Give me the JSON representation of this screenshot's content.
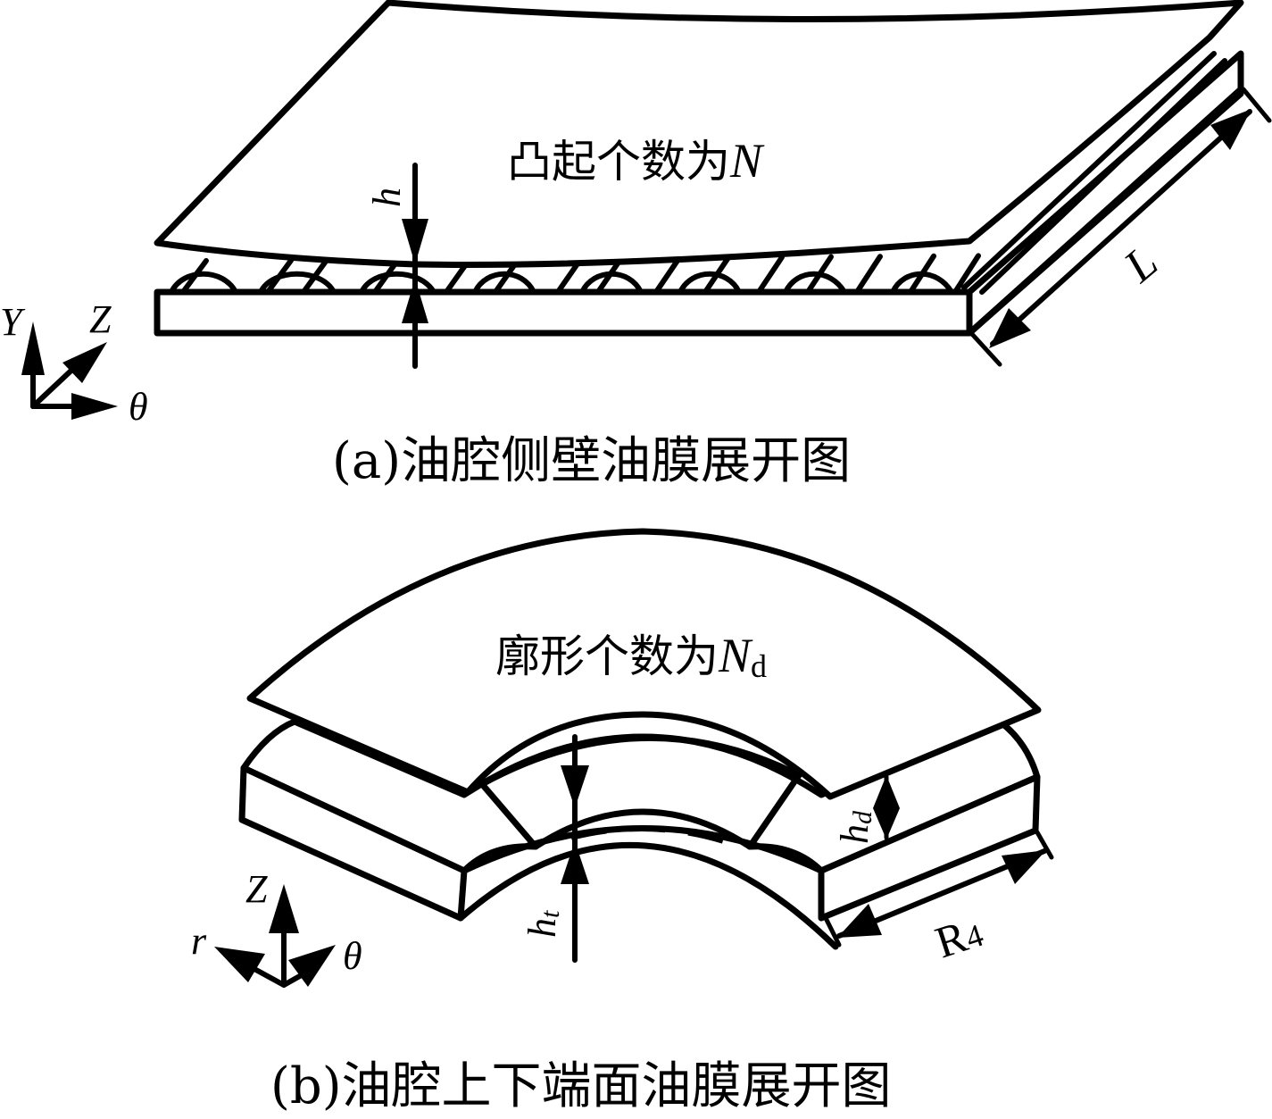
{
  "figure_a": {
    "caption": "(a)油腔侧壁油膜展开图",
    "label_count": "凸起个数为",
    "label_count_symbol": "N",
    "dim_film_thickness": "h",
    "dim_length": "L",
    "axes": {
      "vertical": "Y",
      "depth": "Z",
      "horizontal": "θ"
    }
  },
  "figure_b": {
    "caption": "(b)油腔上下端面油膜展开图",
    "label_count": "廓形个数为",
    "label_count_symbol": "N",
    "label_count_subscript": "d",
    "dim_film_thickness": "h",
    "dim_film_thickness_subscript": "t",
    "dim_pad_height": "h",
    "dim_pad_height_subscript": "d",
    "dim_radius": "R",
    "dim_radius_subscript": "4",
    "axes": {
      "vertical": "Z",
      "radial": "r",
      "angular": "θ"
    }
  },
  "colors": {
    "line": "#000000",
    "background": "#ffffff"
  }
}
